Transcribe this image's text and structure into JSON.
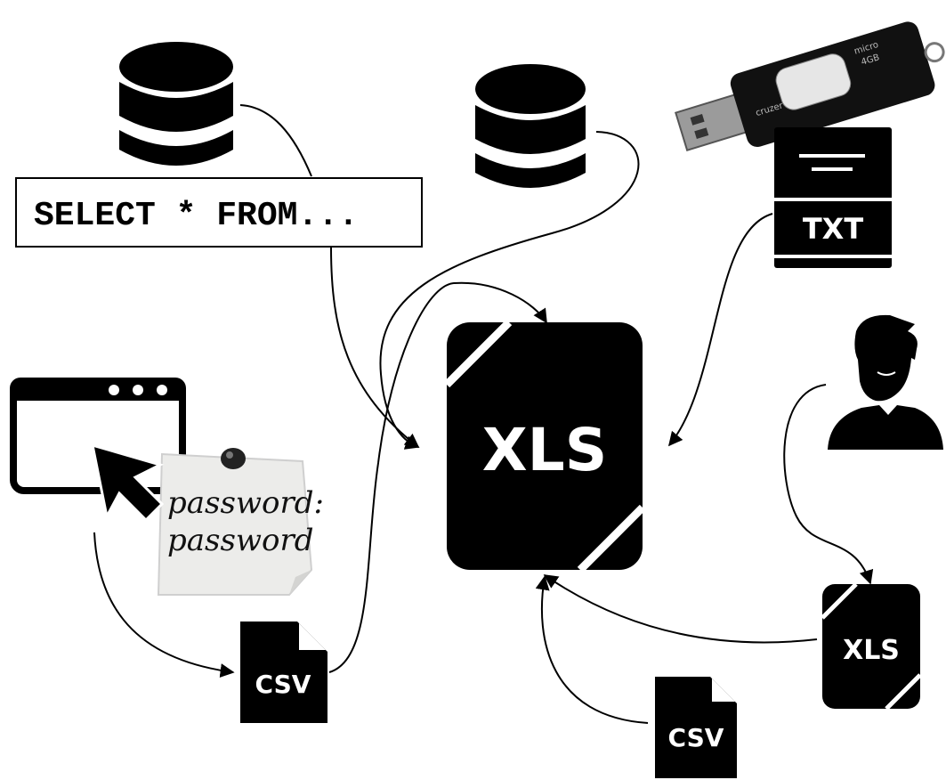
{
  "diagram": {
    "query_label": "SELECT * FROM...",
    "main_file_label": "XLS",
    "txt_label": "TXT",
    "csv_left_label": "CSV",
    "csv_bottom_label": "CSV",
    "xls_small_label": "XLS",
    "note_line1": "password:",
    "note_line2": "password",
    "usb_brand": "cruzer",
    "usb_model": "micro",
    "usb_capacity": "4GB"
  },
  "colors": {
    "icon": "#000000",
    "note_paper": "#ececea",
    "background": "#ffffff"
  },
  "icons": [
    "database-icon",
    "database-icon",
    "usb-drive-icon",
    "txt-file-icon",
    "xls-file-icon",
    "browser-window-icon",
    "cursor-arrow-icon",
    "pushpin-icon",
    "csv-file-icon",
    "user-avatar-icon",
    "xls-file-icon",
    "csv-file-icon"
  ]
}
